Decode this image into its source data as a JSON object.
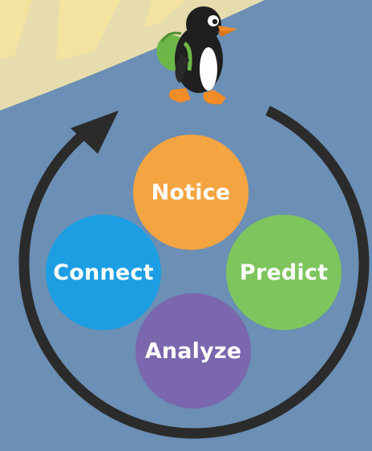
{
  "diagram": {
    "nodes": [
      {
        "label": "Notice",
        "color": "#f4a441"
      },
      {
        "label": "Connect",
        "color": "#1d9ee3"
      },
      {
        "label": "Predict",
        "color": "#7dc55c"
      },
      {
        "label": "Analyze",
        "color": "#7a67ad"
      }
    ],
    "cycle_arrow": {
      "direction": "clockwise",
      "color": "#2b2b2b"
    },
    "mascot": {
      "icon": "penguin-icon",
      "description_colors": {
        "body": "#1f1f1f",
        "belly": "#ffffff",
        "beak": "#f28c28",
        "backpack": "#6fb64a"
      }
    }
  },
  "colors": {
    "background": "#6b8fb5",
    "sun_outer": "#e5d9a8",
    "sun_inner": "#f2e49e"
  }
}
